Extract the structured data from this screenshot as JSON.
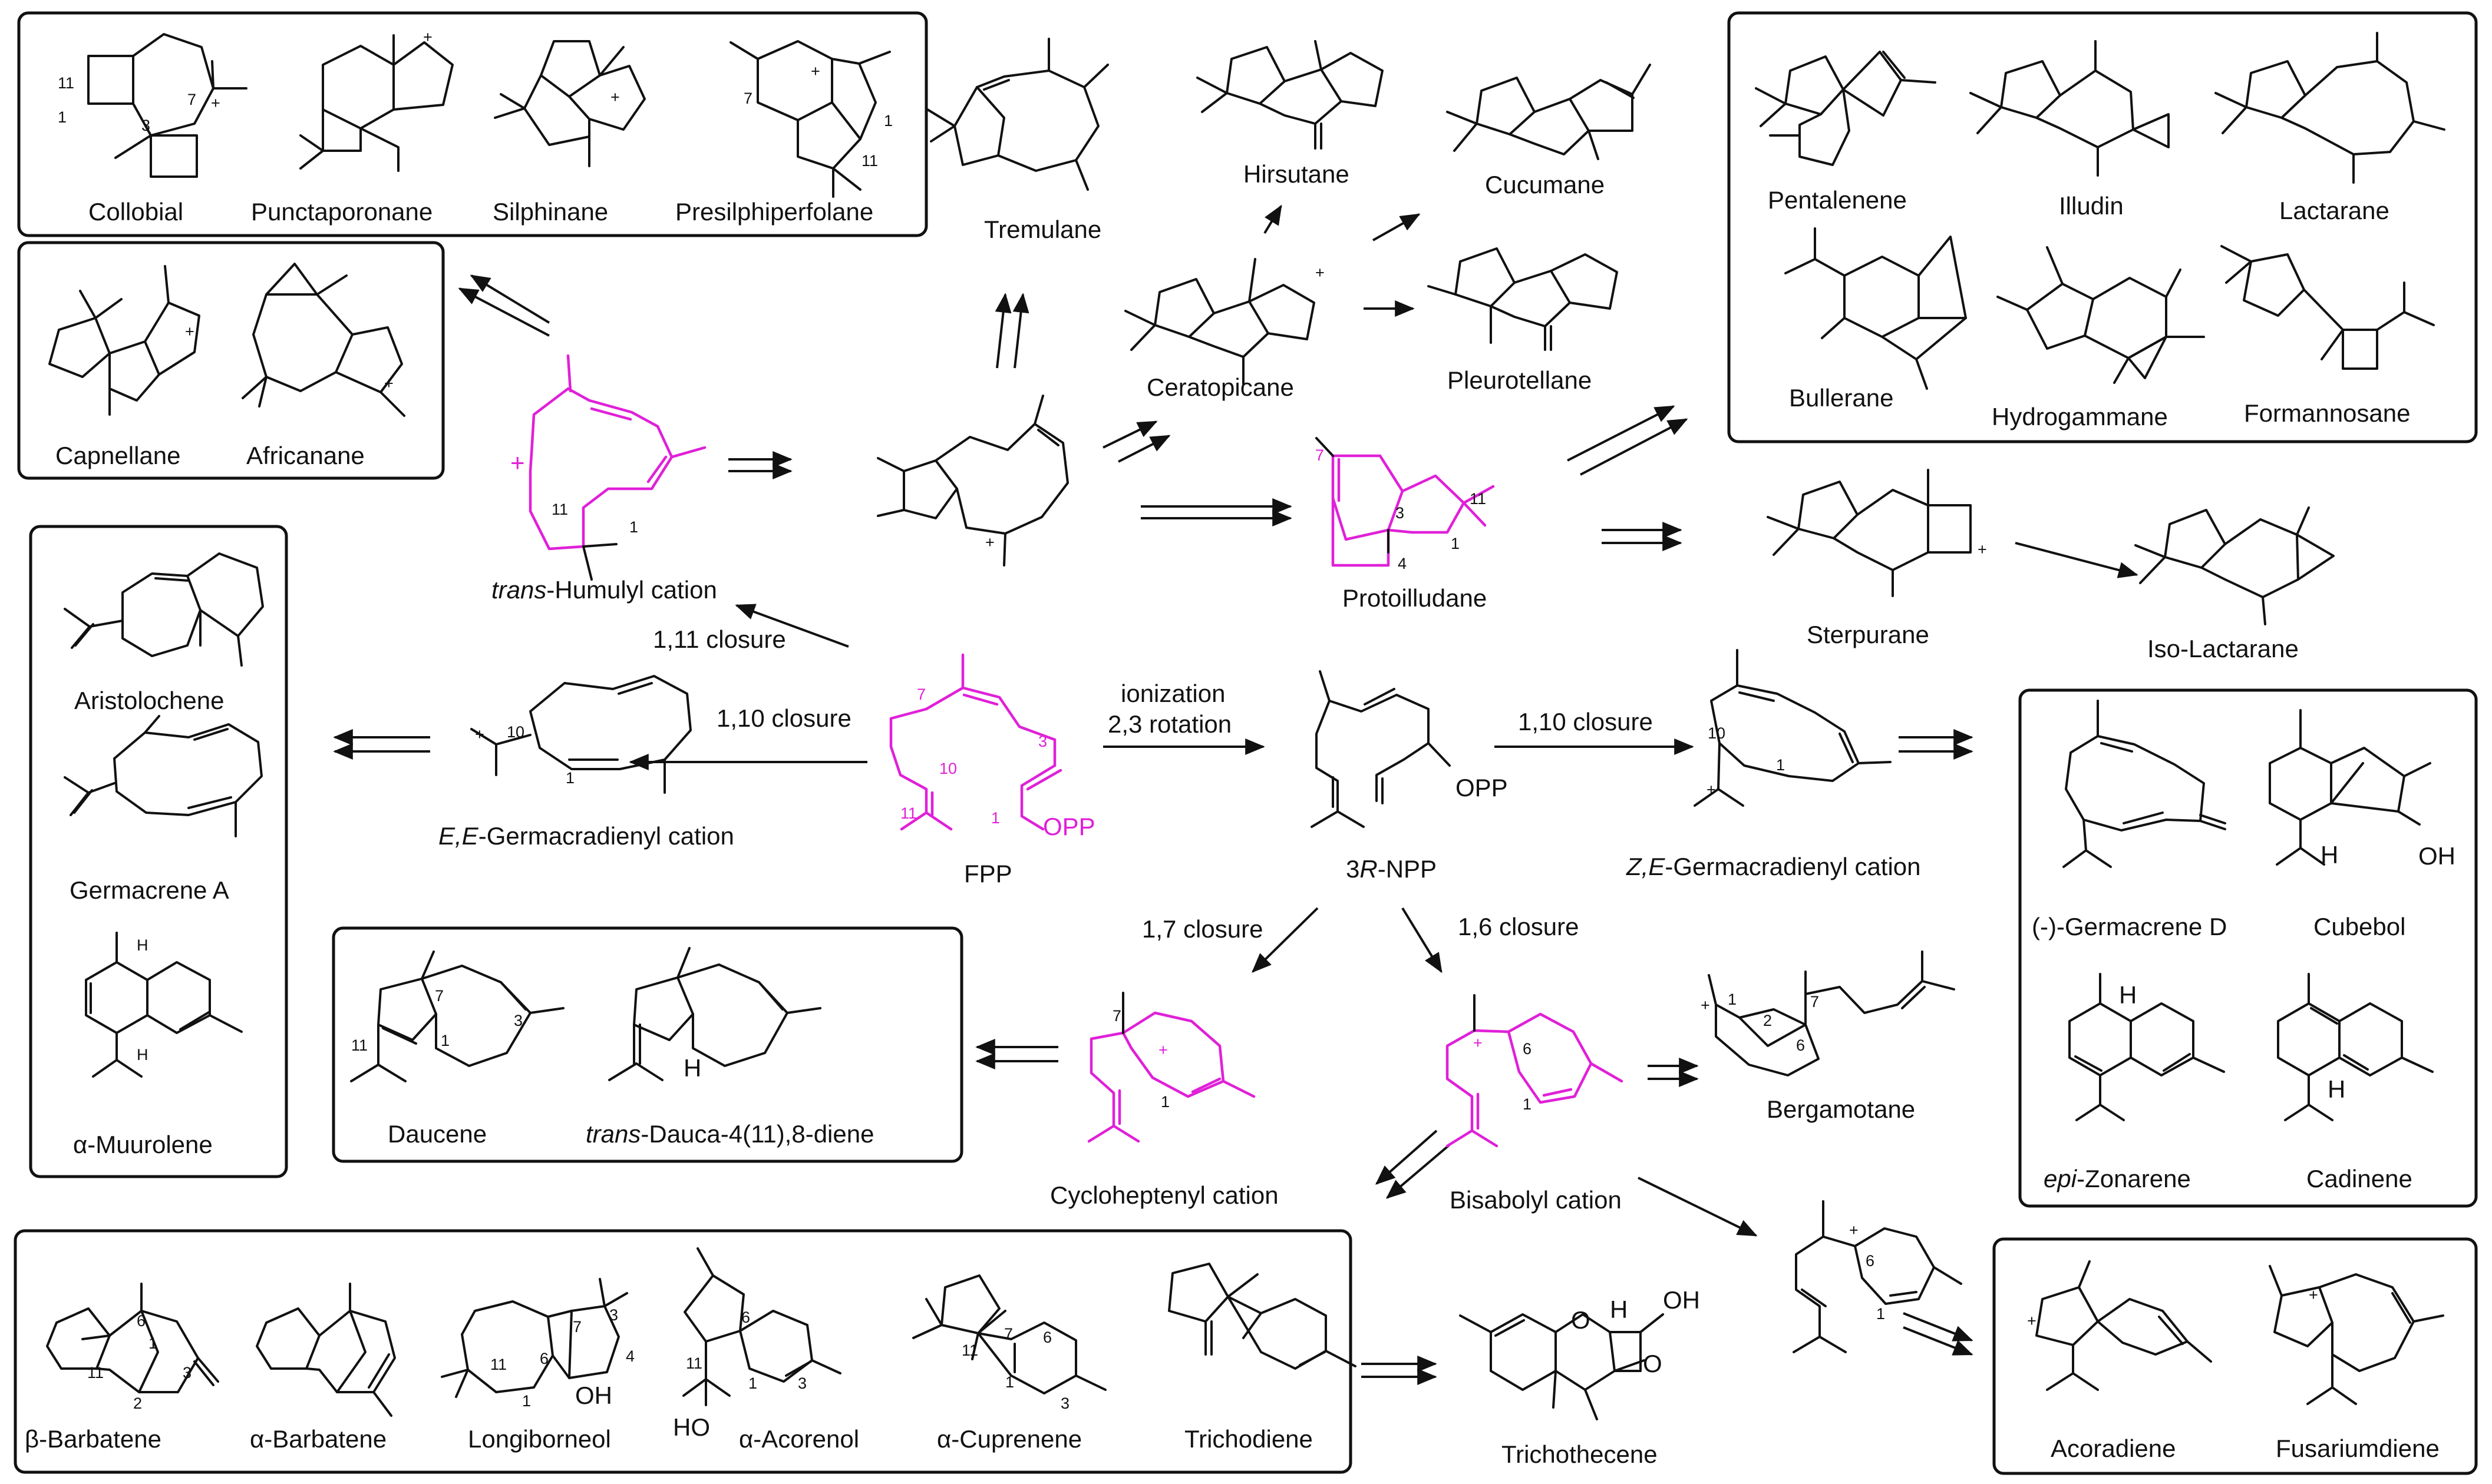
{
  "colors": {
    "precursor": "#e020d8",
    "ink": "#111111"
  },
  "compounds": {
    "collobial": "Collobial",
    "punctaporonane": "Punctaporonane",
    "silphinane": "Silphinane",
    "presilphiperfolane": "Presilphiperfolane",
    "capnellane": "Capnellane",
    "africanane": "Africanane",
    "tremulane": "Tremulane",
    "hirsutane": "Hirsutane",
    "cucumane": "Cucumane",
    "ceratopicane": "Ceratopicane",
    "pleurotellane": "Pleurotellane",
    "pentalenene": "Pentalenene",
    "illudin": "Illudin",
    "lactarane": "Lactarane",
    "bullerane": "Bullerane",
    "hydrogammane": "Hydrogammane",
    "formannosane": "Formannosane",
    "humulyl_italic": "trans",
    "humulyl_rest": "-Humulyl cation",
    "protoilludane": "Protoilludane",
    "sterpurane": "Sterpurane",
    "isolactarane": "Iso-Lactarane",
    "aristolochene": "Aristolochene",
    "germacreneA": "Germacrene A",
    "muurolene": "α-Muurolene",
    "ee_italic": "E,E",
    "ee_rest": "-Germacradienyl cation",
    "fpp": "FPP",
    "npp_pre": "3",
    "npp_italic": "R",
    "npp_rest": "-NPP",
    "ze_italic": "Z,E",
    "ze_rest": "-Germacradienyl cation",
    "germacreneD": "(-)-Germacrene D",
    "cubebol": "Cubebol",
    "epizonarene_italic": "epi",
    "epizonarene_rest": "-Zonarene",
    "cadinene": "Cadinene",
    "daucene": "Daucene",
    "dauca_italic": "trans",
    "dauca_rest": "-Dauca-4(11),8-diene",
    "cycloheptenyl": "Cycloheptenyl cation",
    "bisabolyl": "Bisabolyl cation",
    "bergamotane": "Bergamotane",
    "bbarbatene": "β-Barbatene",
    "abarbatene": "α-Barbatene",
    "longiborneol": "Longiborneol",
    "aacorenol": "α-Acorenol",
    "acuprenene": "α-Cuprenene",
    "trichodiene": "Trichodiene",
    "trichothecene": "Trichothecene",
    "acoradiene": "Acoradiene",
    "fusariumdiene": "Fusariumdiene"
  },
  "reactions": {
    "c111": "1,11 closure",
    "c110a": "1,10 closure",
    "ionization": "ionization",
    "rotation": "2,3 rotation",
    "c110b": "1,10 closure",
    "c17": "1,7 closure",
    "c16": "1,6 closure"
  },
  "atoms": {
    "opp": "OPP",
    "oh": "OH",
    "ho": "HO",
    "h": "H",
    "o": "O",
    "plus": "+"
  }
}
